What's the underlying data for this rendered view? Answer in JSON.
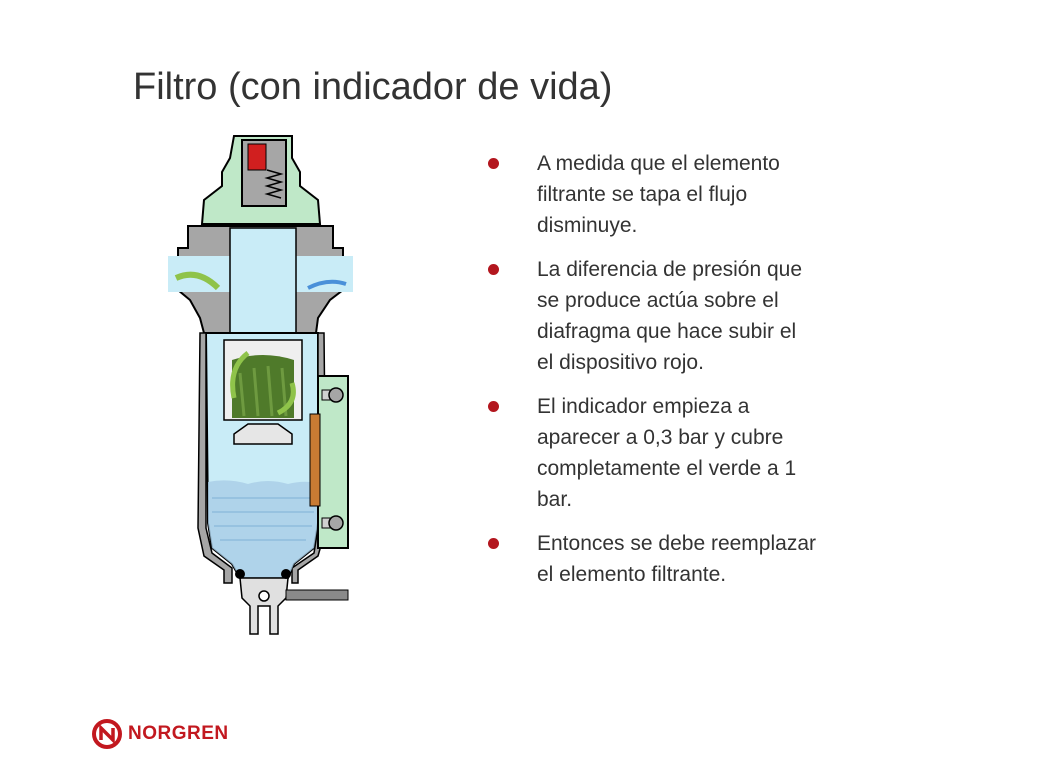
{
  "slide": {
    "title": "Filtro (con indicador de vida)",
    "bullets": [
      "A medida que el elemento\nfiltrante se tapa el flujo\ndisminuye.",
      "La diferencia de presión que\nse produce actúa sobre el\ndiafragma que hace subir el\nel dispositivo rojo.",
      "El indicador empieza a\naparecer a 0,3 bar y cubre\ncompletamente el verde a 1\nbar.",
      "Entonces se debe reemplazar\nel elemento filtrante."
    ]
  },
  "logo": {
    "text": "NORGREN"
  },
  "colors": {
    "brand_red": "#c2181f",
    "bullet_red": "#b3161e",
    "air_blue": "#c9ecf7",
    "element_green": "#4f7a2a",
    "body_gray": "#a6a6a6",
    "indicator_green": "#bfe8c8"
  },
  "icons": [
    "norgren-logo-icon",
    "filter-cutaway-diagram"
  ]
}
